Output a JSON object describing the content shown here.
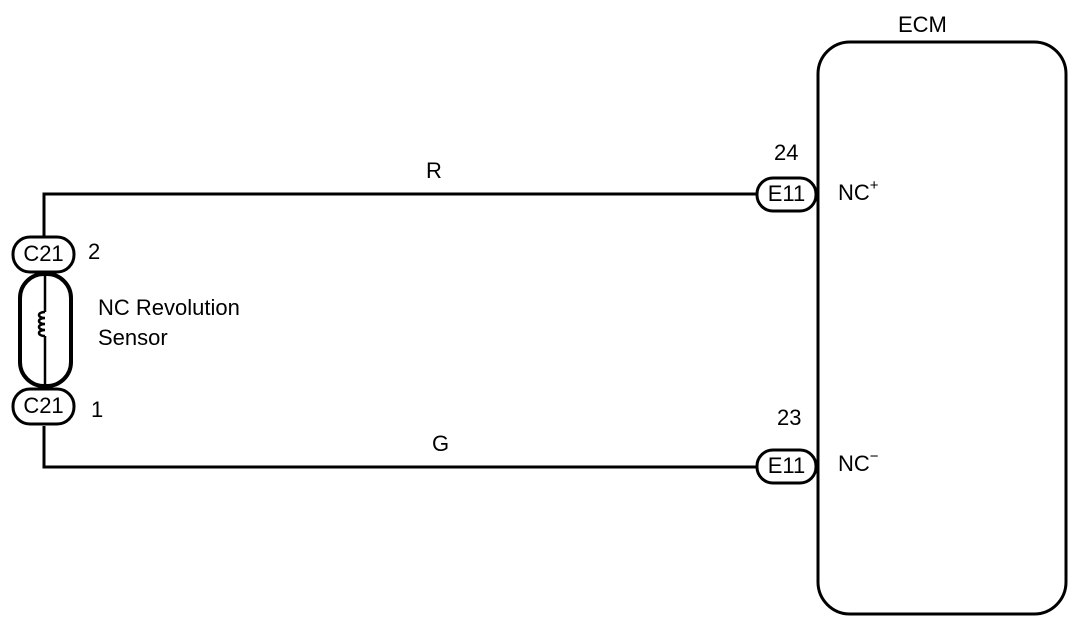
{
  "ecm": {
    "title": "ECM",
    "pins": [
      {
        "number": "24",
        "connector": "E11",
        "signal": "NC",
        "polarity": "+"
      },
      {
        "number": "23",
        "connector": "E11",
        "signal": "NC",
        "polarity": "−"
      }
    ]
  },
  "wires": [
    {
      "color_code": "R"
    },
    {
      "color_code": "G"
    }
  ],
  "sensor": {
    "name_line1": "NC Revolution",
    "name_line2": "Sensor",
    "connectors": [
      {
        "connector": "C21",
        "pin": "2"
      },
      {
        "connector": "C21",
        "pin": "1"
      }
    ]
  }
}
